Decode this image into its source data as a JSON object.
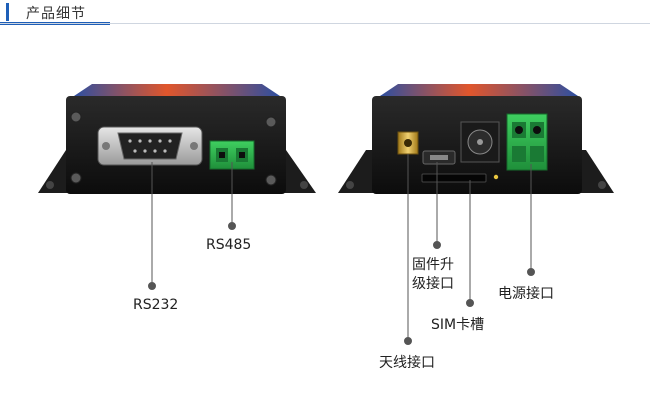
{
  "header": {
    "title": "产品细节"
  },
  "labels": {
    "rs232": "RS232",
    "rs485": "RS485",
    "firmware": "固件升级接口",
    "power": "电源接口",
    "sim": "SIM卡槽",
    "antenna": "天线接口"
  },
  "colors": {
    "device_body": "#141414",
    "terminal_green": "#29b34a",
    "accent_blue": "#1e5fb8",
    "label_top": "#e0562c"
  }
}
